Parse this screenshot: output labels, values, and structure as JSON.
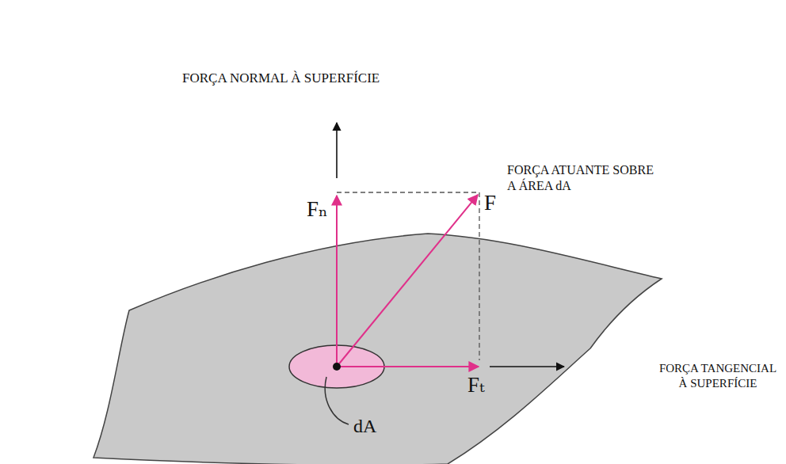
{
  "diagram": {
    "labels": [
      "FORÇA NORMAL À SUPERFÍCIE",
      "FORÇA ATUANTE SOBRE A ÁREA dA",
      "FORÇA TANGENCIAL À SUPERFÍCIE",
      "Fₙ",
      "F",
      "Fₜ",
      "dA"
    ]
  }
}
